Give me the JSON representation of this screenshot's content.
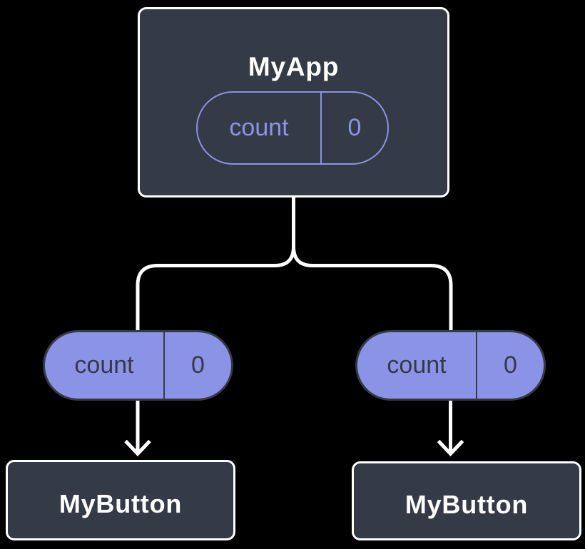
{
  "colors": {
    "background": "#000000",
    "component_fill": "#343a46",
    "component_border": "#ffffff",
    "accent_purple": "#8b93e6",
    "pill_dark_text": "#343a46",
    "connector": "#ffffff"
  },
  "root_component": {
    "name": "MyApp",
    "state_pill": {
      "label": "count",
      "value": "0"
    }
  },
  "children": [
    {
      "name": "MyButton",
      "prop_pill": {
        "label": "count",
        "value": "0"
      }
    },
    {
      "name": "MyButton",
      "prop_pill": {
        "label": "count",
        "value": "0"
      }
    }
  ]
}
